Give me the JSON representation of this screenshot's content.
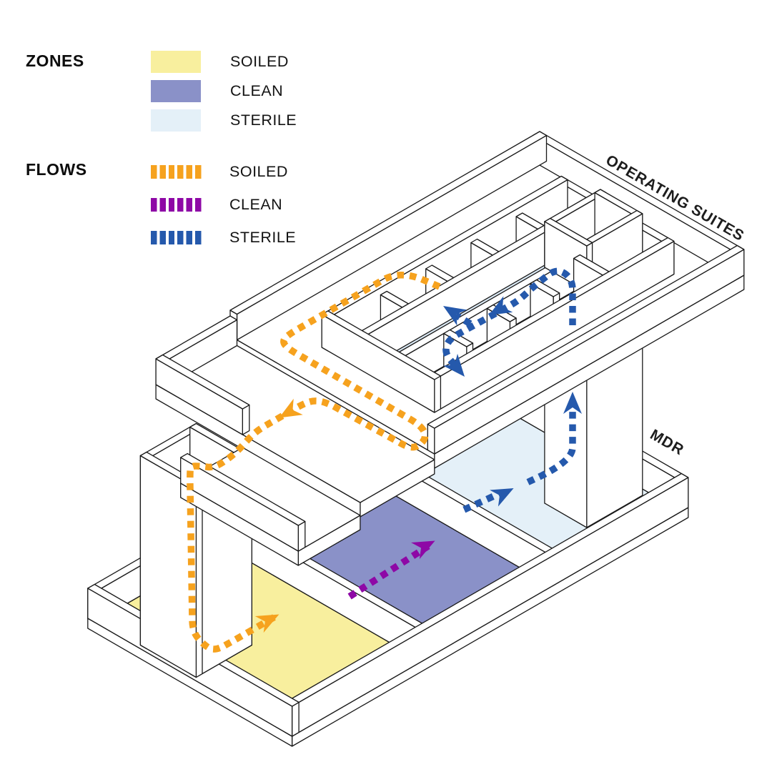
{
  "legend": {
    "zones": {
      "title": "ZONES",
      "items": [
        {
          "label": "SOILED",
          "color": "#F8EF9E"
        },
        {
          "label": "CLEAN",
          "color": "#8A91C8"
        },
        {
          "label": "STERILE",
          "color": "#E4F0F8"
        }
      ]
    },
    "flows": {
      "title": "FLOWS",
      "items": [
        {
          "label": "SOILED",
          "color": "#F6A21E"
        },
        {
          "label": "CLEAN",
          "color": "#8E08A6"
        },
        {
          "label": "STERILE",
          "color": "#2559AC"
        }
      ]
    }
  },
  "diagram": {
    "upper_floor_label": "OPERATING SUITES",
    "lower_floor_label": "MDR",
    "colors": {
      "outline": "#1a1a1a",
      "surface": "#ffffff",
      "zone_soiled": "#F8EF9E",
      "zone_clean": "#8A91C8",
      "zone_sterile": "#E4F0F8",
      "room_sterile": "#DCEAF5",
      "flow_soiled": "#F6A21E",
      "flow_clean": "#8E08A6",
      "flow_sterile": "#2559AC"
    }
  }
}
